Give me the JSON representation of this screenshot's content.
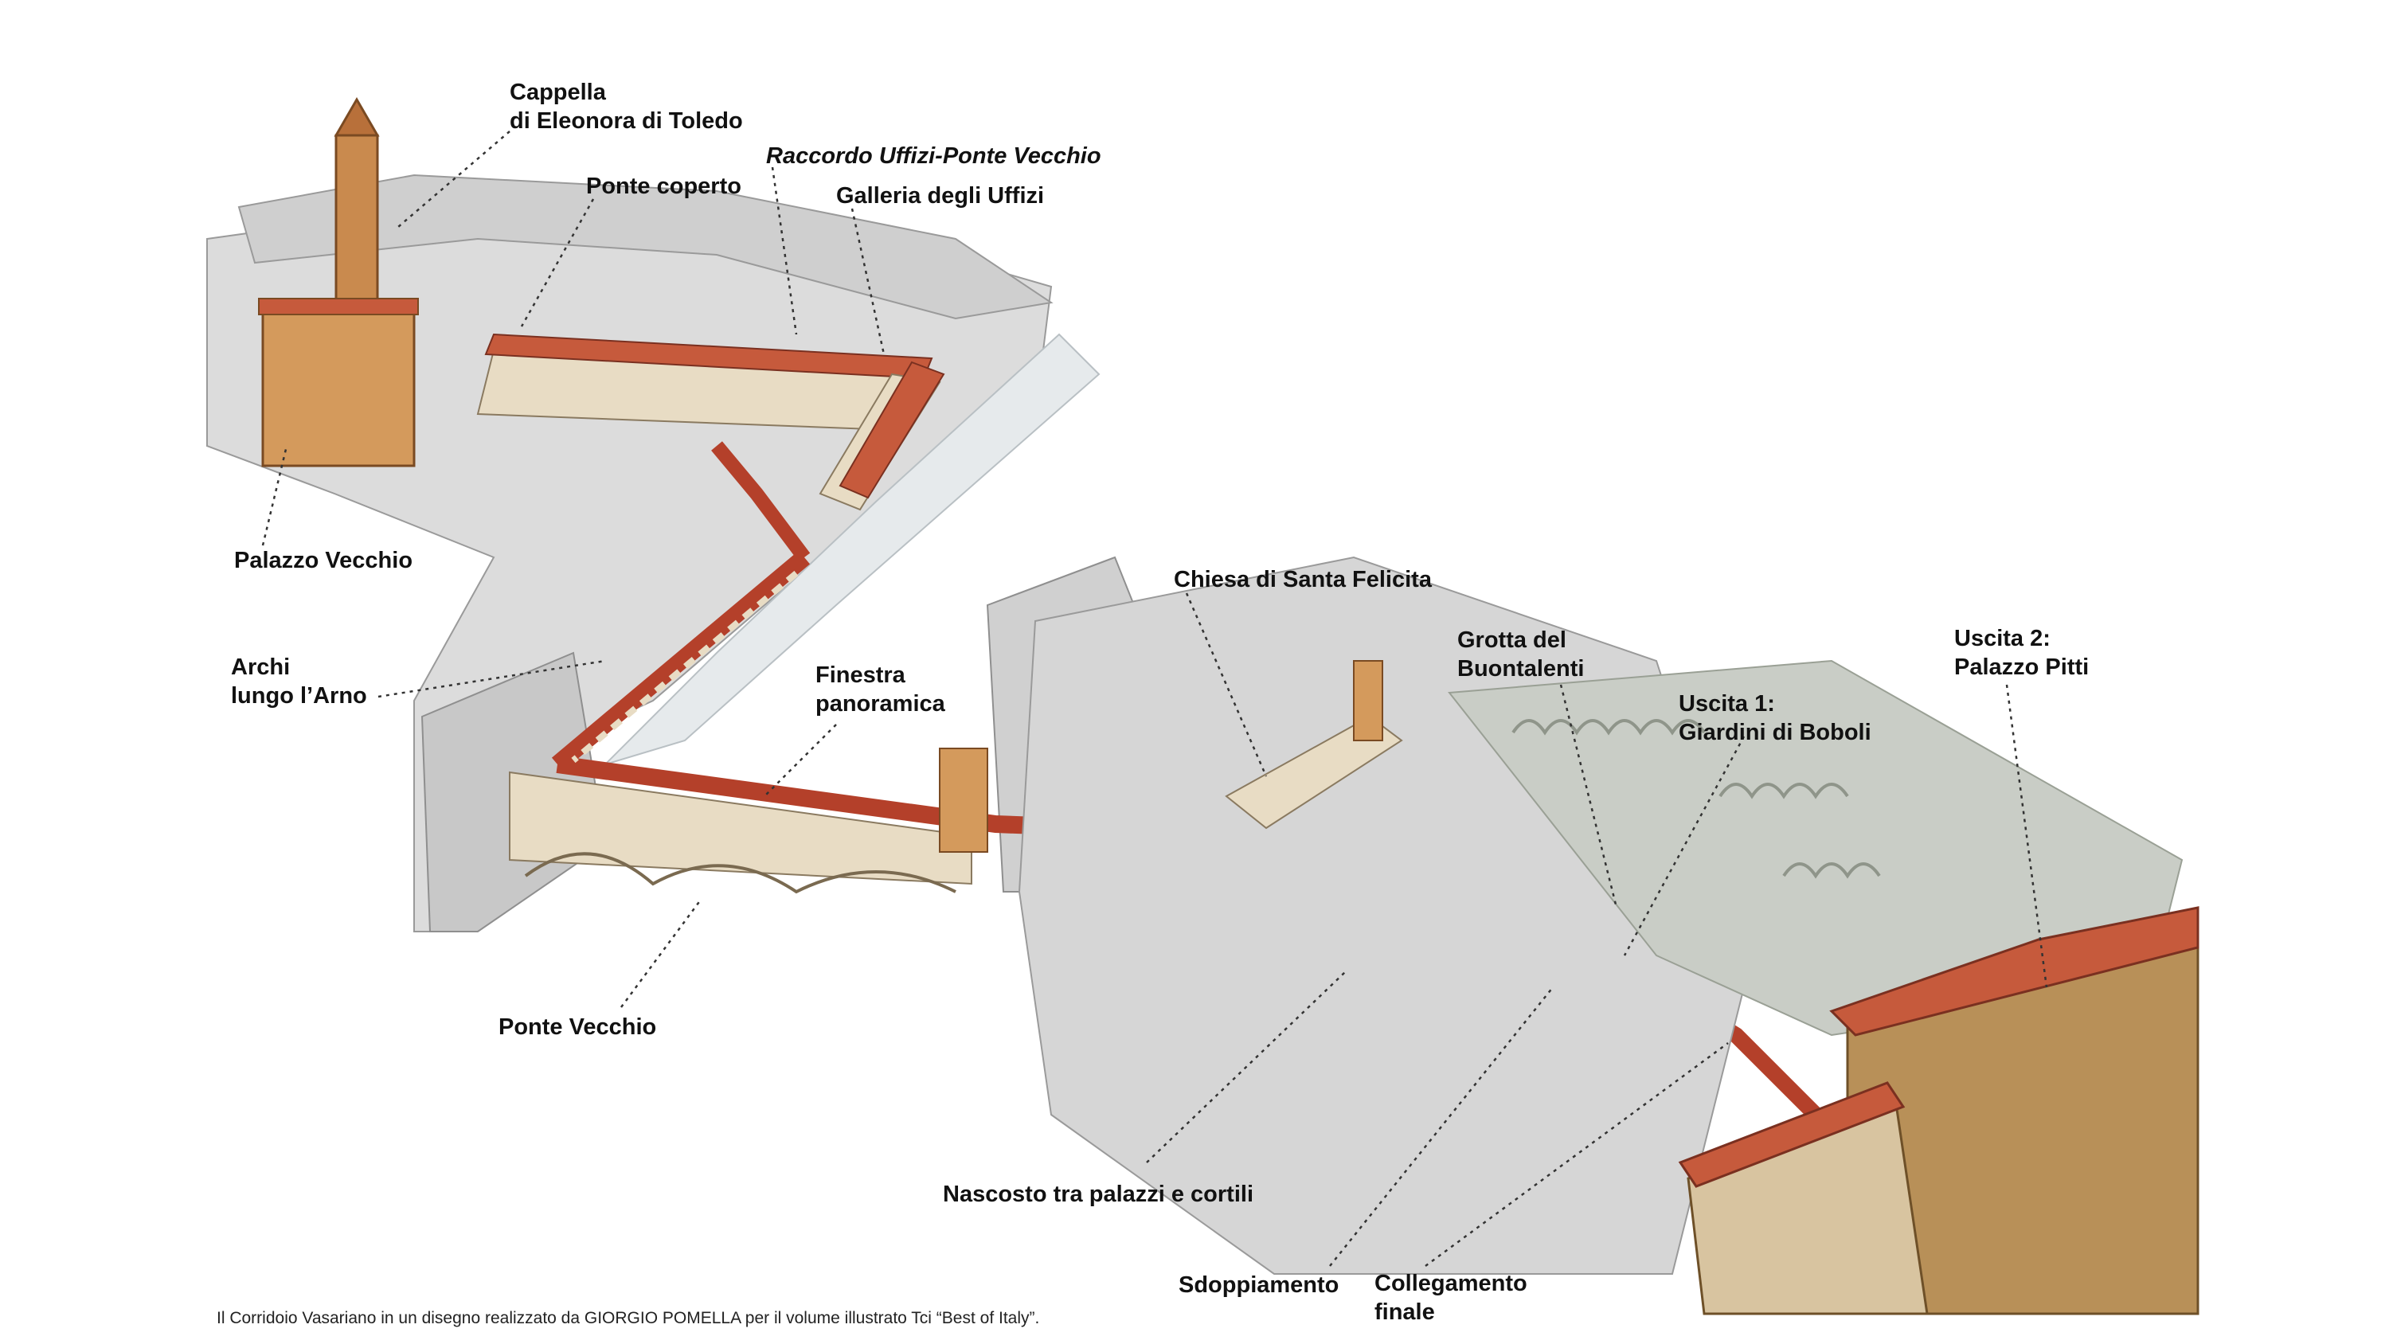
{
  "colors": {
    "corridor": "#b4402a",
    "roof": "#c65a3c",
    "stone": "#e8dcc4",
    "tower": "#d49a5c",
    "city": "#d9d9d9",
    "buildings_dark": "#a8a8a8",
    "river": "#e6eaec",
    "trees": "#bfc4bd",
    "pitti_stone": "#b89058",
    "leader": "#333333"
  },
  "labels": {
    "cappella": "Cappella\ndi Eleonora di Toledo",
    "raccordo": "Raccordo Uffizi-Ponte Vecchio",
    "ponte_coperto": "Ponte coperto",
    "galleria": "Galleria degli Uffizi",
    "palazzo_vecchio": "Palazzo Vecchio",
    "archi": "Archi\nlungo l’Arno",
    "finestra": "Finestra\npanoramica",
    "ponte_vecchio": "Ponte Vecchio",
    "chiesa": "Chiesa di Santa Felicita",
    "grotta": "Grotta del\nBuontalenti",
    "uscita1": "Uscita 1:\nGiardini di Boboli",
    "uscita2": "Uscita 2:\nPalazzo Pitti",
    "nascosto": "Nascosto tra palazzi e cortili",
    "sdoppiamento": "Sdoppiamento",
    "collegamento": "Collegamento\nfinale"
  },
  "caption": "Il Corridoio Vasariano in un disegno realizzato da GIORGIO POMELLA  per il volume illustrato Tci “Best of Italy”."
}
